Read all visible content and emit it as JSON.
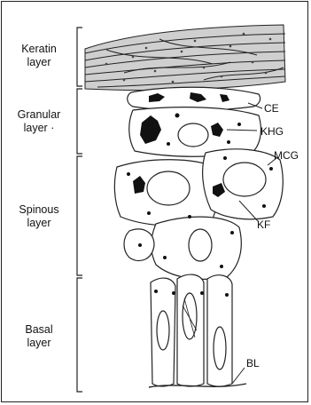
{
  "layers": [
    {
      "id": "keratin",
      "line1": "Keratin",
      "line2": "layer"
    },
    {
      "id": "granular",
      "line1": "Granular",
      "line2": "layer ·"
    },
    {
      "id": "spinous",
      "line1": "Spinous",
      "line2": "layer"
    },
    {
      "id": "basal",
      "line1": "Basal",
      "line2": "layer"
    }
  ],
  "annotations": [
    {
      "id": "ce",
      "label": "CE"
    },
    {
      "id": "khg",
      "label": "KHG"
    },
    {
      "id": "mcg",
      "label": "MCG"
    },
    {
      "id": "kf",
      "label": "KF"
    },
    {
      "id": "bl",
      "label": "BL"
    }
  ]
}
